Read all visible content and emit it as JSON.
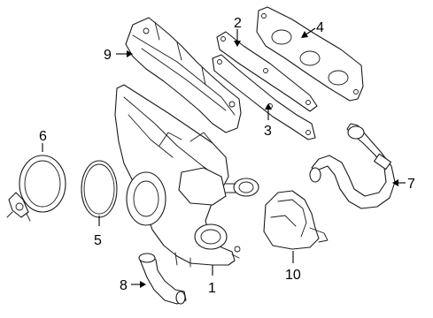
{
  "callouts": [
    {
      "id": "1",
      "text": "1"
    },
    {
      "id": "2",
      "text": "2"
    },
    {
      "id": "3",
      "text": "3"
    },
    {
      "id": "4",
      "text": "4"
    },
    {
      "id": "5",
      "text": "5"
    },
    {
      "id": "6",
      "text": "6"
    },
    {
      "id": "7",
      "text": "7"
    },
    {
      "id": "8",
      "text": "8"
    },
    {
      "id": "9",
      "text": "9"
    },
    {
      "id": "10",
      "text": "10"
    }
  ]
}
